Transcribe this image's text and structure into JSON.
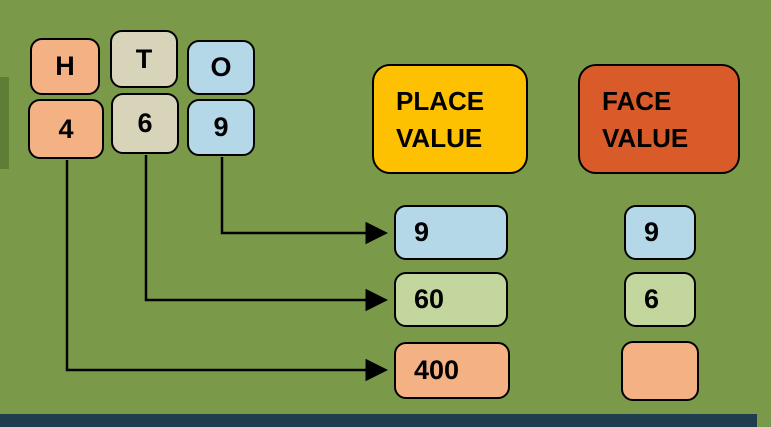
{
  "colors": {
    "background": "#7a9a4a",
    "bottom_bar": "#203d4e",
    "left_strip": "#5e7d35",
    "outline": "#000000"
  },
  "hto": {
    "headers": [
      {
        "label": "H",
        "bg": "#f4b183"
      },
      {
        "label": "T",
        "bg": "#d8d4ba"
      },
      {
        "label": "O",
        "bg": "#b5d8e8"
      }
    ],
    "digits": [
      {
        "label": "4",
        "bg": "#f4b183"
      },
      {
        "label": "6",
        "bg": "#d8d4ba"
      },
      {
        "label": "9",
        "bg": "#b5d8e8"
      }
    ]
  },
  "place_value": {
    "title": "PLACE VALUE",
    "header_bg": "#fdc101",
    "items": [
      {
        "value": "9",
        "bg": "#b5d8e8"
      },
      {
        "value": "60",
        "bg": "#c3d69e"
      },
      {
        "value": "400",
        "bg": "#f4b183"
      }
    ]
  },
  "face_value": {
    "title": "FACE VALUE",
    "header_bg": "#d95b2a",
    "items": [
      {
        "value": "9",
        "bg": "#b5d8e8"
      },
      {
        "value": "6",
        "bg": "#c3d69e"
      },
      {
        "value": "",
        "bg": "#f4b183"
      }
    ]
  }
}
